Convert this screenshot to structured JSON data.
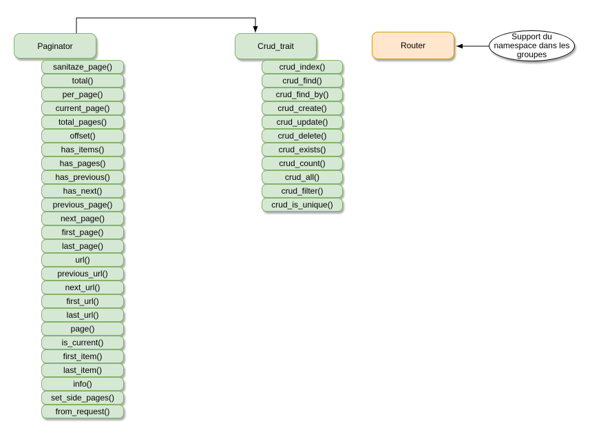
{
  "diagram": {
    "colors": {
      "node_fill": "#d5e8d4",
      "node_stroke": "#82b366",
      "router_fill": "#ffe6cc",
      "router_stroke": "#d79b00",
      "note_fill": "#ffffff",
      "note_stroke": "#000000",
      "connector": "#000000",
      "canvas_bg": "#ffffff"
    },
    "paginator": {
      "title": "Paginator",
      "methods": [
        "sanitaze_page()",
        "total()",
        "per_page()",
        "current_page()",
        "total_pages()",
        "offset()",
        "has_items()",
        "has_pages()",
        "has_previous()",
        "has_next()",
        "previous_page()",
        "next_page()",
        "first_page()",
        "last_page()",
        "url()",
        "previous_url()",
        "next_url()",
        "first_url()",
        "last_url()",
        "page()",
        "is_current()",
        "first_item()",
        "last_item()",
        "info()",
        "set_side_pages()",
        "from_request()"
      ]
    },
    "crud_trait": {
      "title": "Crud_trait",
      "methods": [
        "crud_index()",
        "crud_find()",
        "crud_find_by()",
        "crud_create()",
        "crud_update()",
        "crud_delete()",
        "crud_exists()",
        "crud_count()",
        "crud_all()",
        "crud_filter()",
        "crud_is_unique()"
      ]
    },
    "router": {
      "title": "Router"
    },
    "note": {
      "text": "Support du namespace dans les groupes"
    }
  }
}
